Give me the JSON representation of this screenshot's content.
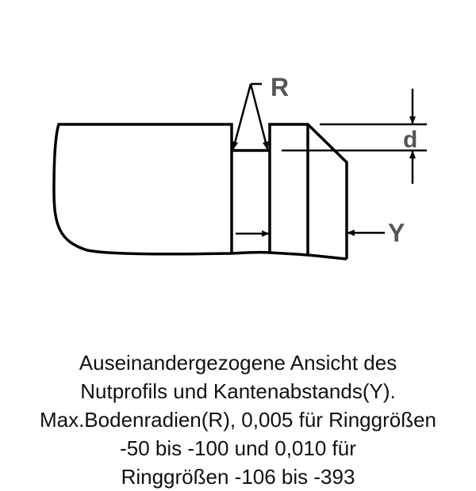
{
  "diagram": {
    "labels": {
      "radius": "R",
      "depth": "d",
      "edge_distance": "Y"
    },
    "line_color": "#000000",
    "label_color": "#555555"
  },
  "caption": {
    "lines": [
      "Auseinandergezogene Ansicht des",
      "Nutprofils und Kantenabstands(Y).",
      "Max.Bodenradien(R), 0,005 für Ringgrößen",
      "-50 bis -100 und 0,010 für",
      "Ringgrößen -106 bis -393"
    ]
  }
}
